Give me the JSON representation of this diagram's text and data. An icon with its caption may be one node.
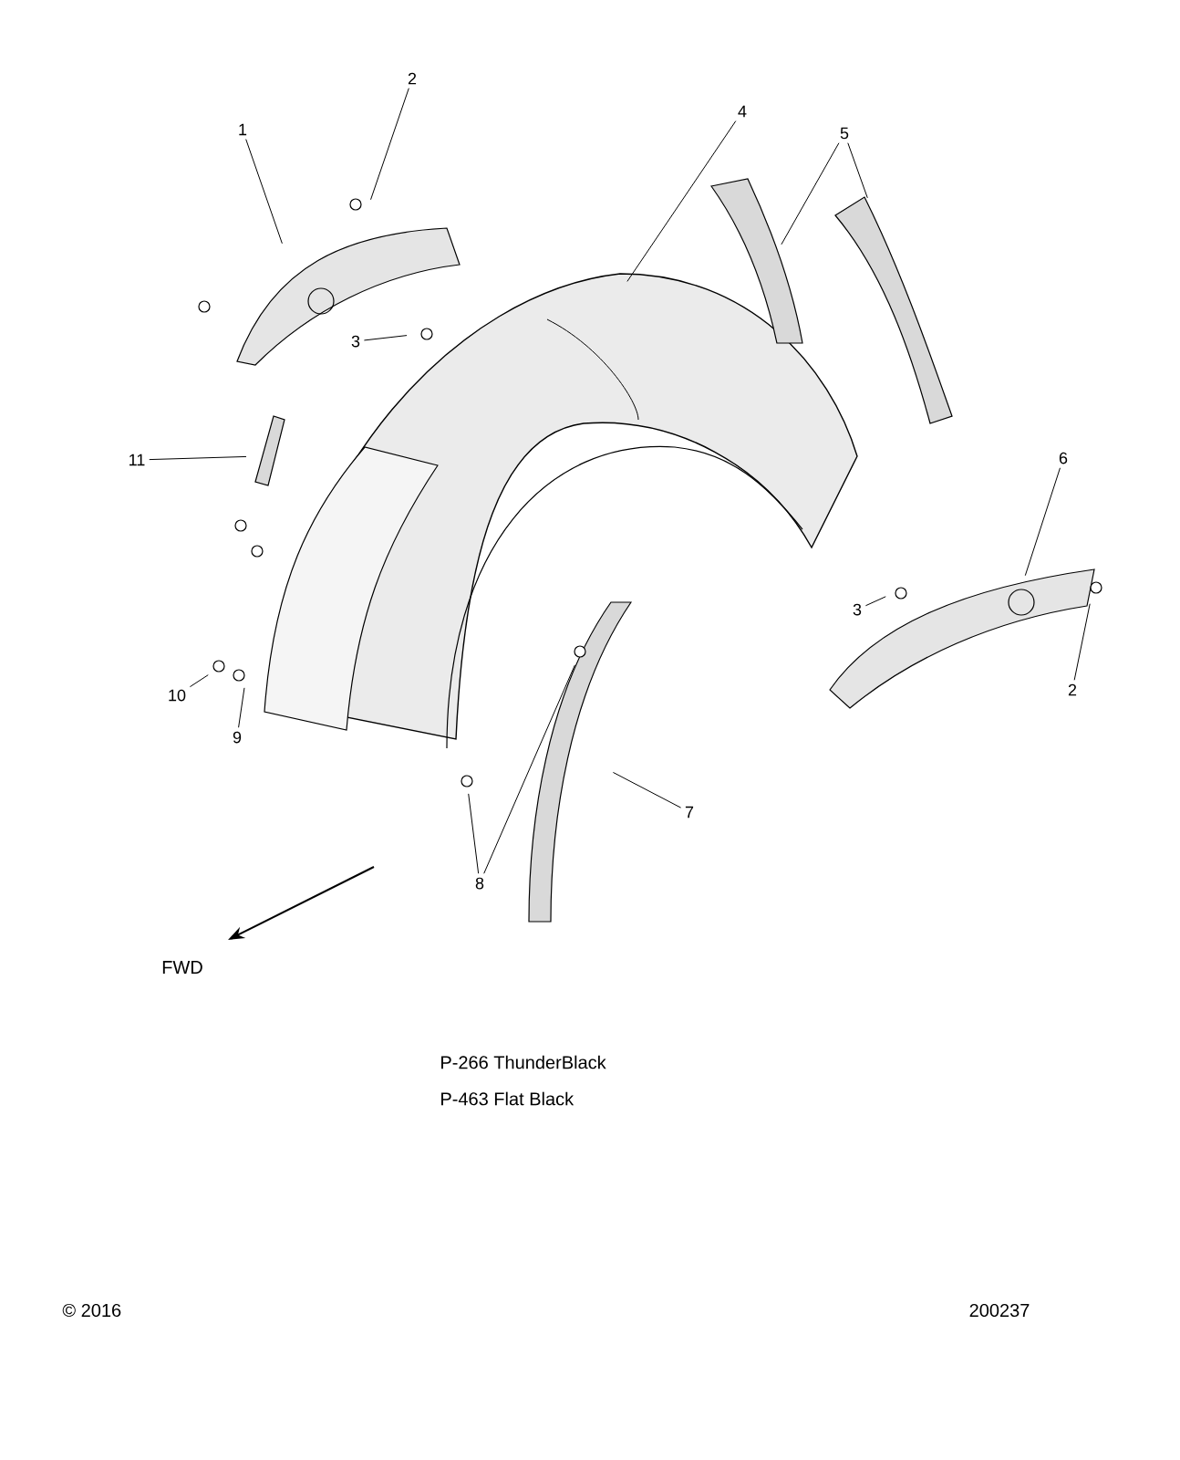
{
  "diagram": {
    "nodes": [
      {
        "text": [
          "2"
        ]
      },
      {
        "text": [
          "4"
        ]
      },
      {
        "text": [
          "1"
        ]
      },
      {
        "text": [
          "5"
        ]
      },
      {
        "text": [
          "3"
        ]
      },
      {
        "text": [
          "6"
        ]
      },
      {
        "text": [
          "11"
        ]
      },
      {
        "text": [
          "3"
        ]
      },
      {
        "text": [
          "2"
        ]
      },
      {
        "text": [
          "10"
        ]
      },
      {
        "text": [
          "9"
        ]
      },
      {
        "text": [
          "7"
        ]
      },
      {
        "text": [
          "8"
        ]
      }
    ],
    "edges": [
      {
        "from": 0,
        "to": null,
        "arrow": "none"
      },
      {
        "from": 1,
        "to": null,
        "arrow": "none"
      },
      {
        "from": 2,
        "to": null,
        "arrow": "none"
      },
      {
        "from": 3,
        "to": null,
        "arrow": "none"
      },
      {
        "from": 3,
        "to": null,
        "arrow": "none"
      },
      {
        "from": 4,
        "to": null,
        "arrow": "none"
      },
      {
        "from": 5,
        "to": null,
        "arrow": "none"
      },
      {
        "from": 6,
        "to": null,
        "arrow": "none"
      },
      {
        "from": 7,
        "to": null,
        "arrow": "none"
      },
      {
        "from": 8,
        "to": null,
        "arrow": "none"
      },
      {
        "from": 9,
        "to": null,
        "arrow": "none"
      },
      {
        "from": 10,
        "to": null,
        "arrow": "none"
      },
      {
        "from": 11,
        "to": null,
        "arrow": "none"
      },
      {
        "from": 12,
        "to": null,
        "arrow": "none"
      },
      {
        "from": 12,
        "to": null,
        "arrow": "none"
      }
    ],
    "labels": [
      "FWD",
      "P-266  ThunderBlack",
      "P-463  Flat Black",
      "© 2016",
      "200237"
    ]
  }
}
